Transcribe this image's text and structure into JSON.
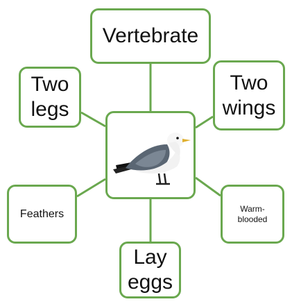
{
  "diagram": {
    "center_image": "seagull-image",
    "nodes": {
      "top": "Vertebrate",
      "upper_left": "Two\nlegs",
      "upper_right": "Two\nwings",
      "lower_left": "Feathers",
      "lower_right": "Warm-\nblooded",
      "bottom": "Lay\neggs"
    }
  },
  "colors": {
    "border": "#6aa84f",
    "connector": "#6aa84f"
  }
}
